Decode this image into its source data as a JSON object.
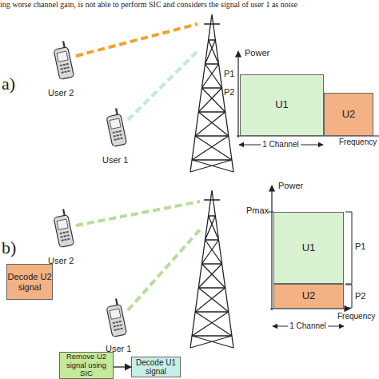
{
  "diagram": {
    "nodes": [
      {
        "text": [
          "U1"
        ]
      },
      {
        "text": [
          "U2"
        ]
      },
      {
        "text": [
          "Decode U2 signal"
        ]
      },
      {
        "text": [
          "U1"
        ]
      },
      {
        "text": [
          "U2"
        ]
      },
      {
        "text": [
          "Remove U2 signal using SIC"
        ]
      },
      {
        "text": [
          "Decode U1 signal"
        ]
      }
    ],
    "edges": [
      {
        "from": 5,
        "to": 6,
        "arrow": "to"
      }
    ],
    "labels": [
      "ing worse channel gain, is not able to perform SIC and considers the signal of user 1 as noise",
      "a)",
      "User 2",
      "User 1",
      "Power",
      "P1",
      "P2",
      "1 Channel",
      "Frequency",
      "b)",
      "User 2",
      "User 1",
      "Power",
      "Pmax",
      "P1",
      "P2",
      "Frequency",
      "1 Channel"
    ]
  }
}
